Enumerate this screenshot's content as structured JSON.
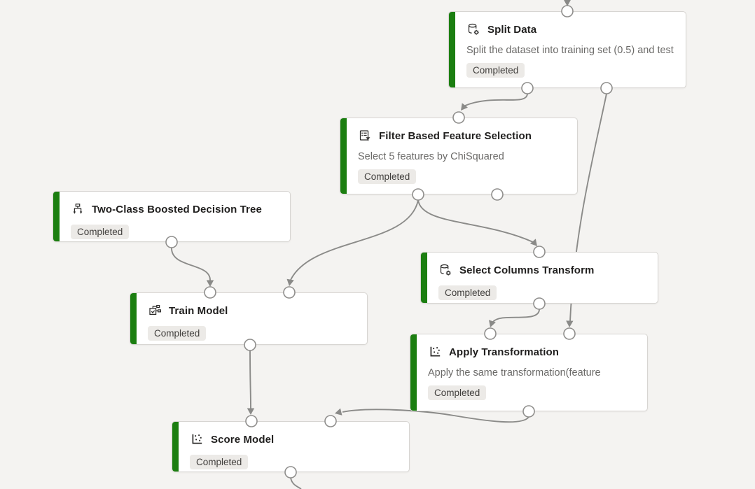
{
  "canvas": {
    "background_color": "#f4f3f1",
    "node_accent_color": "#1b7e10",
    "edge_color": "#8b8b89"
  },
  "nodes": [
    {
      "id": "split-data",
      "title": "Split Data",
      "icon": "database-gear-icon",
      "description": "Split the dataset into training set (0.5) and test",
      "status": "Completed"
    },
    {
      "id": "filter-based-feature-selection",
      "title": "Filter Based Feature Selection",
      "icon": "list-filter-icon",
      "description": "Select 5 features by ChiSquared",
      "status": "Completed"
    },
    {
      "id": "two-class-boosted-decision-tree",
      "title": "Two-Class Boosted Decision Tree",
      "icon": "decision-tree-icon",
      "status": "Completed"
    },
    {
      "id": "select-columns-transform",
      "title": "Select Columns Transform",
      "icon": "database-gear-icon",
      "status": "Completed"
    },
    {
      "id": "train-model",
      "title": "Train Model",
      "icon": "train-model-icon",
      "status": "Completed"
    },
    {
      "id": "apply-transformation",
      "title": "Apply Transformation",
      "icon": "scatter-plot-icon",
      "description": "Apply the same transformation(feature",
      "status": "Completed"
    },
    {
      "id": "score-model",
      "title": "Score Model",
      "icon": "scatter-plot-icon",
      "status": "Completed"
    }
  ],
  "edges": [
    {
      "from": "offscreen-top",
      "to": "split-data.input"
    },
    {
      "from": "split-data.output-1",
      "to": "filter-based-feature-selection.input"
    },
    {
      "from": "split-data.output-2",
      "to": "apply-transformation.input-2"
    },
    {
      "from": "filter-based-feature-selection.output-1",
      "to": "train-model.input-2"
    },
    {
      "from": "filter-based-feature-selection.output-1",
      "to": "select-columns-transform.input"
    },
    {
      "from": "two-class-boosted-decision-tree.output",
      "to": "train-model.input-1"
    },
    {
      "from": "train-model.output",
      "to": "score-model.input-1"
    },
    {
      "from": "select-columns-transform.output",
      "to": "apply-transformation.input-1"
    },
    {
      "from": "apply-transformation.output",
      "to": "score-model.input-2"
    },
    {
      "from": "score-model.output",
      "to": "offscreen-bottom"
    }
  ]
}
